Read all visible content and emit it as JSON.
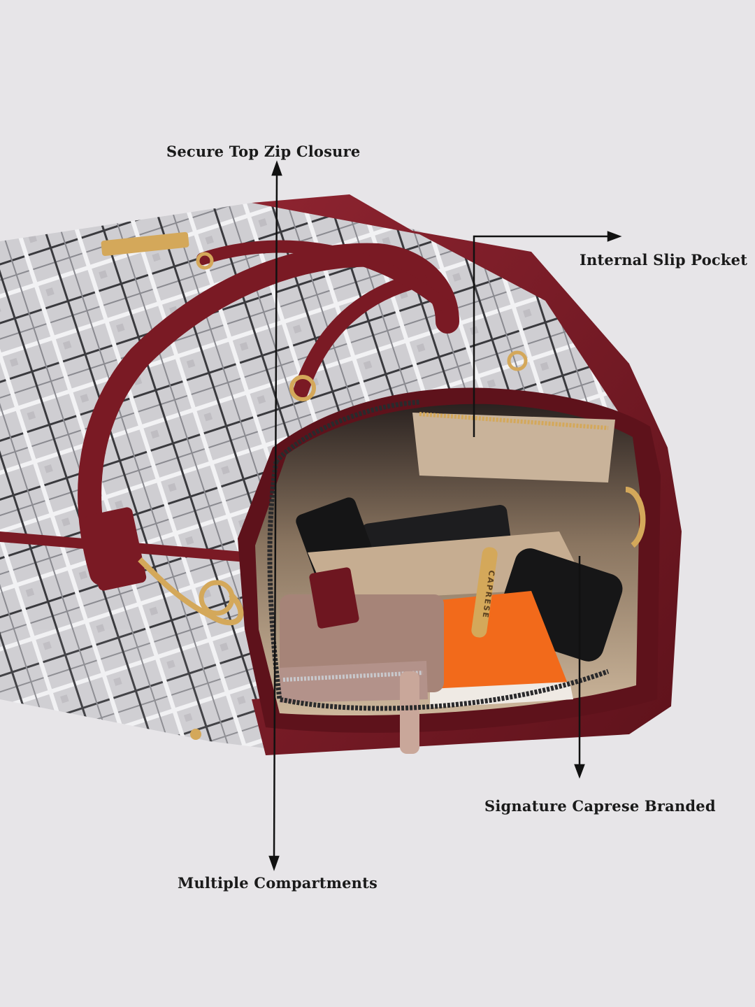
{
  "callouts": {
    "zip_closure": "Secure Top Zip Closure",
    "slip_pocket": "Internal Slip Pocket",
    "branded": "Signature Caprese Branded",
    "compartments": "Multiple Compartments"
  },
  "brand_tag_text": "CAPRESE",
  "colors": {
    "background": "#e7e5e8",
    "burgundy": "#7a1a24",
    "check_fabric": "#c9c8cc",
    "lining_beige": "#c9b39a",
    "orange_notebook": "#f26a1b",
    "gold_hardware": "#d4a85a"
  }
}
